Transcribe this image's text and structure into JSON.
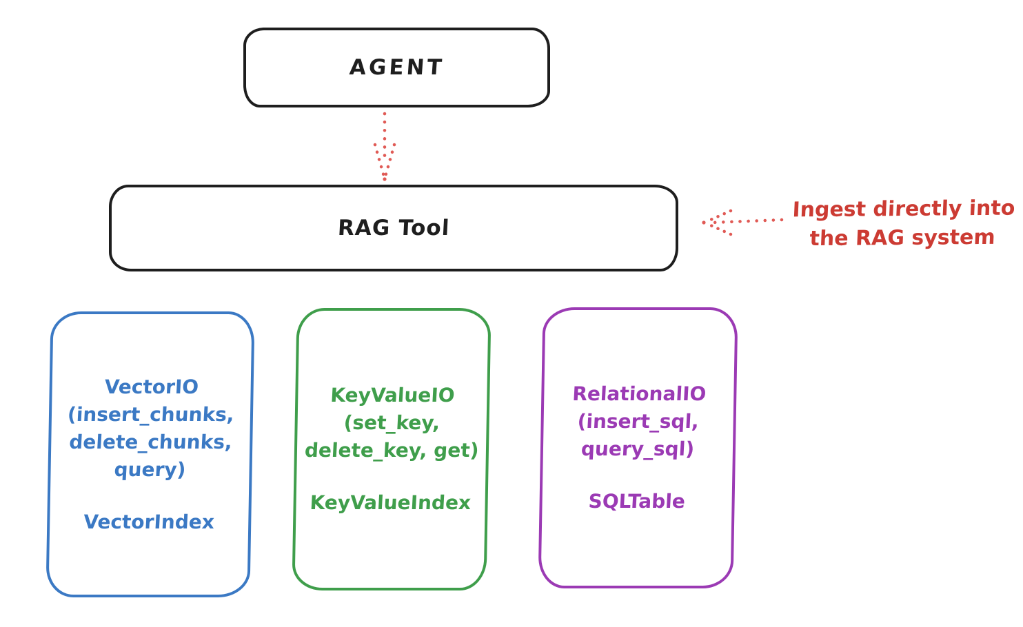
{
  "agent_box": {
    "label": "AGENT"
  },
  "rag_box": {
    "label": "RAG Tool"
  },
  "annotation": {
    "line1": "Ingest directly into",
    "line2": "the RAG system"
  },
  "arrows": [
    {
      "name": "agent-to-ragtool",
      "style": "dotted",
      "direction": "down",
      "color": "#e05a55"
    },
    {
      "name": "annotation-to-ragtool",
      "style": "dotted",
      "direction": "left",
      "color": "#e05a55"
    }
  ],
  "stores": [
    {
      "id": "vector",
      "lines": [
        "VectorIO",
        "(insert_chunks,",
        "delete_chunks,",
        "query)"
      ],
      "index_label": "VectorIndex",
      "color": "#3b79c4"
    },
    {
      "id": "keyvalue",
      "lines": [
        "KeyValueIO",
        "(set_key,",
        "delete_key, get)"
      ],
      "index_label": "KeyValueIndex",
      "color": "#3f9e4b"
    },
    {
      "id": "relational",
      "lines": [
        "RelationalIO",
        "(insert_sql,",
        "query_sql)"
      ],
      "index_label": "SQLTable",
      "color": "#9b3ab4"
    }
  ],
  "colors": {
    "stroke_black": "#1e1e1e",
    "red_text": "#cc3b33",
    "red_arrow": "#e05a55",
    "blue": "#3b79c4",
    "green": "#3f9e4b",
    "purple": "#9b3ab4",
    "background": "#ffffff"
  }
}
